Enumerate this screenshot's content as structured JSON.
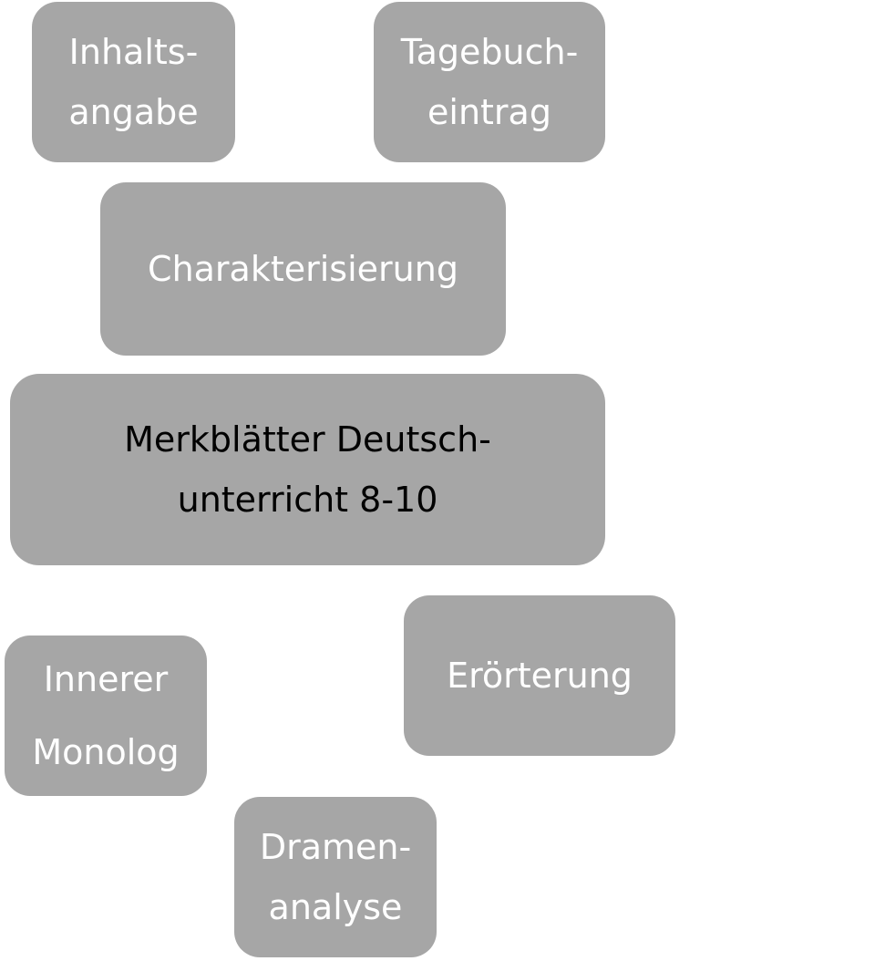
{
  "center": {
    "lines": [
      "Merkblätter Deutsch-",
      "unterricht 8-10"
    ]
  },
  "topics": {
    "inhaltsangabe": {
      "lines": [
        "Inhalts-",
        "angabe"
      ]
    },
    "tagebucheintrag": {
      "lines": [
        "Tagebuch-",
        "eintrag"
      ]
    },
    "charakterisierung": {
      "lines": [
        "Charakterisierung"
      ]
    },
    "innerer_monolog": {
      "lines": [
        "Innerer",
        "Monolog"
      ]
    },
    "eroerterung": {
      "lines": [
        "Erörterung"
      ]
    },
    "dramenanalyse": {
      "lines": [
        "Dramen-",
        "analyse"
      ]
    }
  },
  "colors": {
    "box_fill": "#a6a6a6",
    "topic_text": "#ffffff",
    "center_text": "#000000",
    "background": "#ffffff"
  }
}
